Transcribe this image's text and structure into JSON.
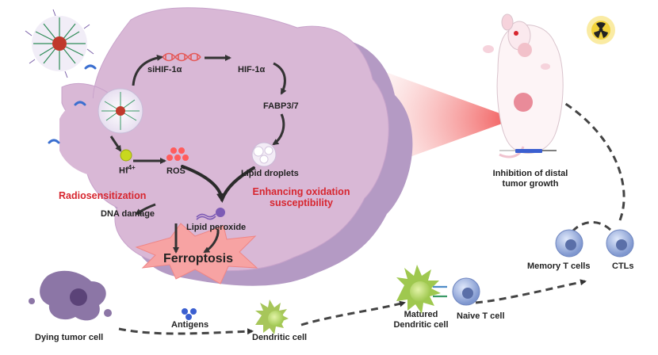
{
  "colors": {
    "tumor_fill": "#d9b8d6",
    "tumor_shadow": "#b49ac4",
    "highlight_red": "#d7262f",
    "arrow_dark": "#333333",
    "ferro_burst": "#f7a3a3",
    "laser_red": "#f26b6b",
    "tcell_blue": "#8fa8d6"
  },
  "icons": {
    "nanoparticle": "polymer-nanoparticle-icon",
    "dna": "dna-helix-icon",
    "radiation": "radiation-icon",
    "syringe": "syringe-icon",
    "mouse": "mouse-icon"
  },
  "labels": {
    "sihif": "siHIF-1α",
    "hif": "HIF-1α",
    "fabp": "FABP3/7",
    "hf": "Hf",
    "hf_sup": "4+",
    "ros": "ROS",
    "lipid_droplets": "Lipid droplets",
    "radiosensitization": "Radiosensitization",
    "enhancing_1": "Enhancing oxidation",
    "enhancing_2": "susceptibility",
    "dna_damage": "DNA damage",
    "lipid_peroxide": "Lipid peroxide",
    "ferroptosis": "Ferroptosis",
    "dying_tumor": "Dying tumor cell",
    "antigens": "Antigens",
    "dendritic": "Dendritic cell",
    "matured_1": "Matured",
    "matured_2": "Dendritic cell",
    "naive": "Naive T cell",
    "memory": "Memory T cells",
    "ctls": "CTLs",
    "inhibition_1": "Inhibition of distal",
    "inhibition_2": "tumor growth"
  }
}
